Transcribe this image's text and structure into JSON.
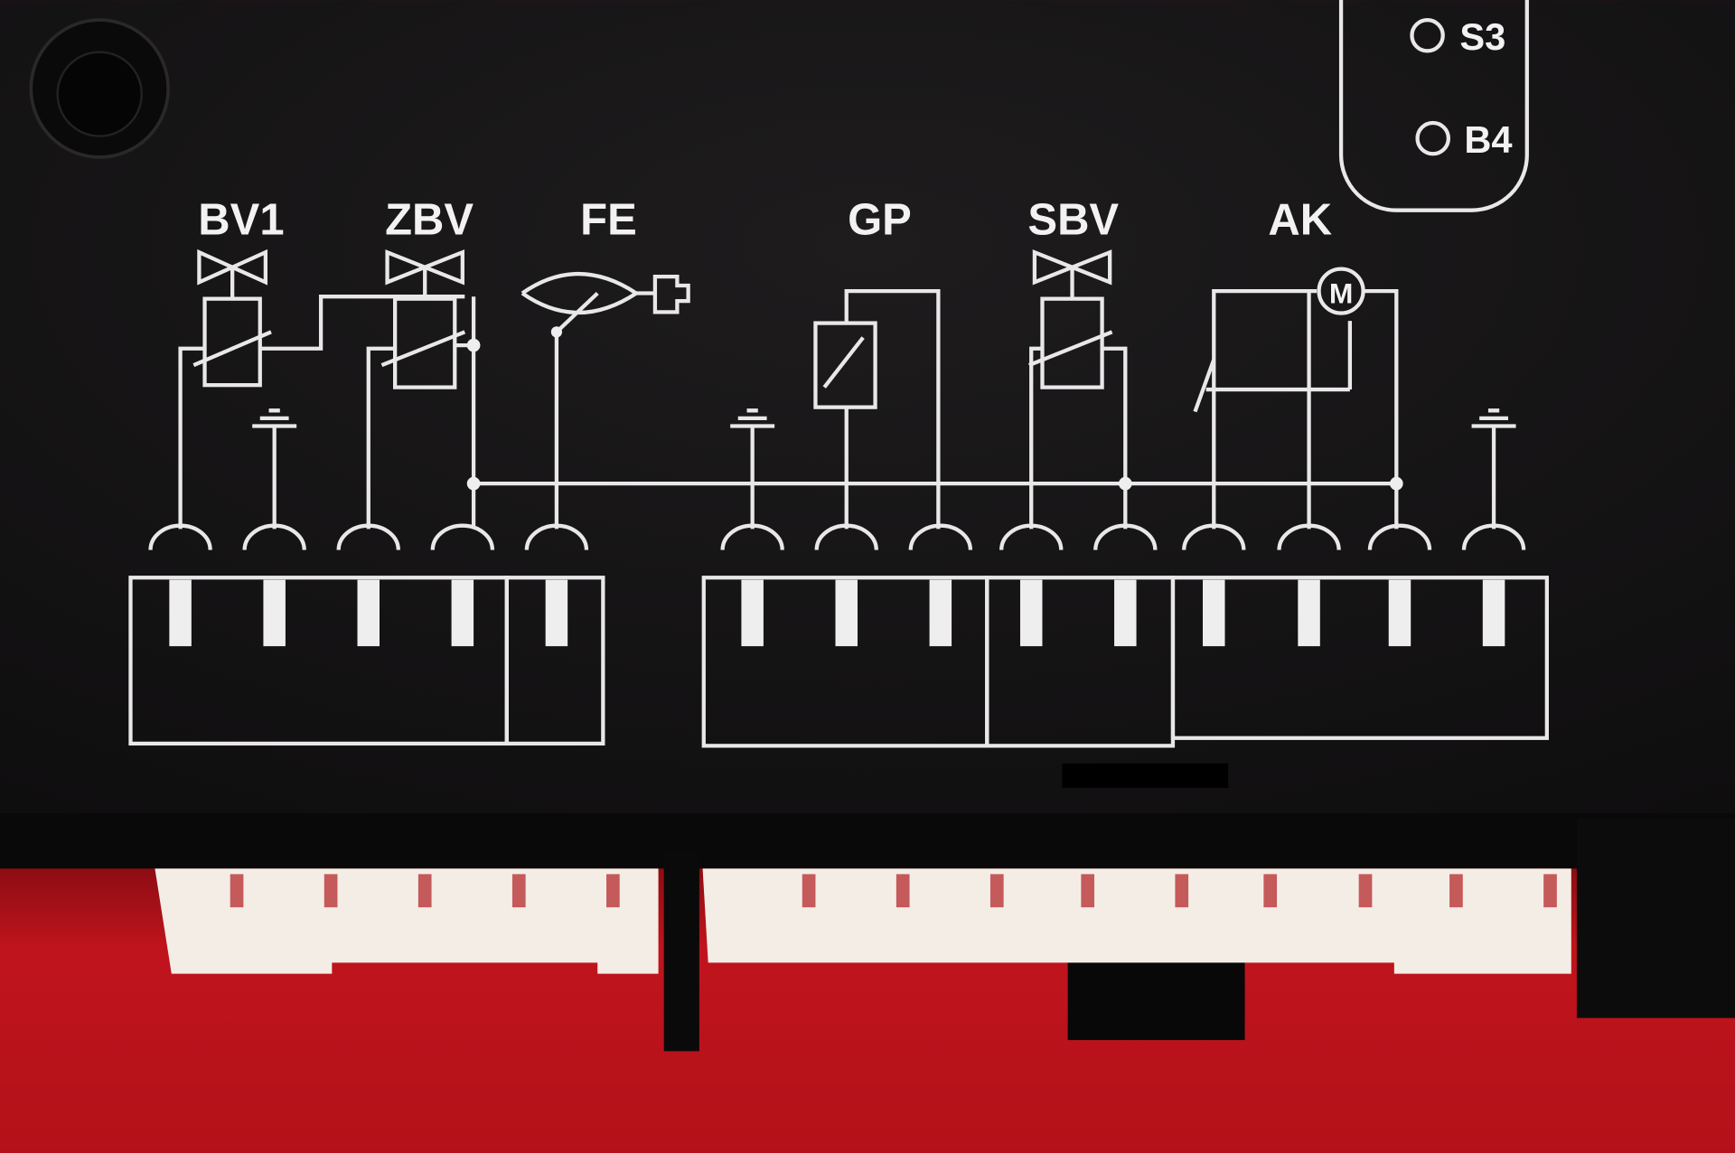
{
  "board": {
    "components": [
      {
        "label": "BV1"
      },
      {
        "label": "ZBV"
      },
      {
        "label": "FE"
      },
      {
        "label": "GP"
      },
      {
        "label": "SBV"
      },
      {
        "label": "AK"
      }
    ],
    "motor_symbol": "M",
    "indicators": [
      {
        "label": "S3"
      },
      {
        "label": "B4"
      }
    ]
  },
  "colors": {
    "housing": "#151314",
    "print": "#eeeeee",
    "background": "#b5121b",
    "connector": "#f3ebe2"
  }
}
